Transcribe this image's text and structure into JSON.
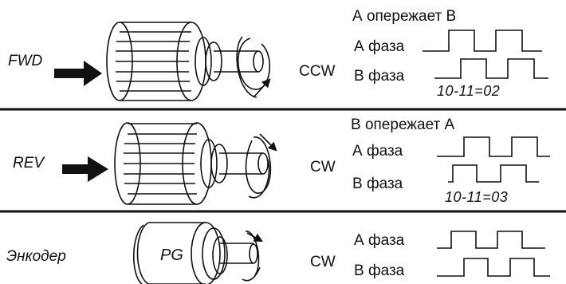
{
  "rows": [
    {
      "label": "FWD",
      "direction": "CCW",
      "lead_text": "А опережает В",
      "phase_a": "А фаза",
      "phase_b": "В фаза",
      "param": "10-11=02"
    },
    {
      "label": "REV",
      "direction": "CW",
      "lead_text": "В опережает А",
      "phase_a": "А фаза",
      "phase_b": "В фаза",
      "param": "10-11=03"
    },
    {
      "label": "Энкодер",
      "direction": "CW",
      "device": "PG",
      "phase_a": "А фаза",
      "phase_b": "В фаза"
    }
  ],
  "icons": [
    "arrow-right-icon",
    "motor-icon",
    "rotation-arrow-icon",
    "encoder-icon",
    "square-wave-icon"
  ]
}
